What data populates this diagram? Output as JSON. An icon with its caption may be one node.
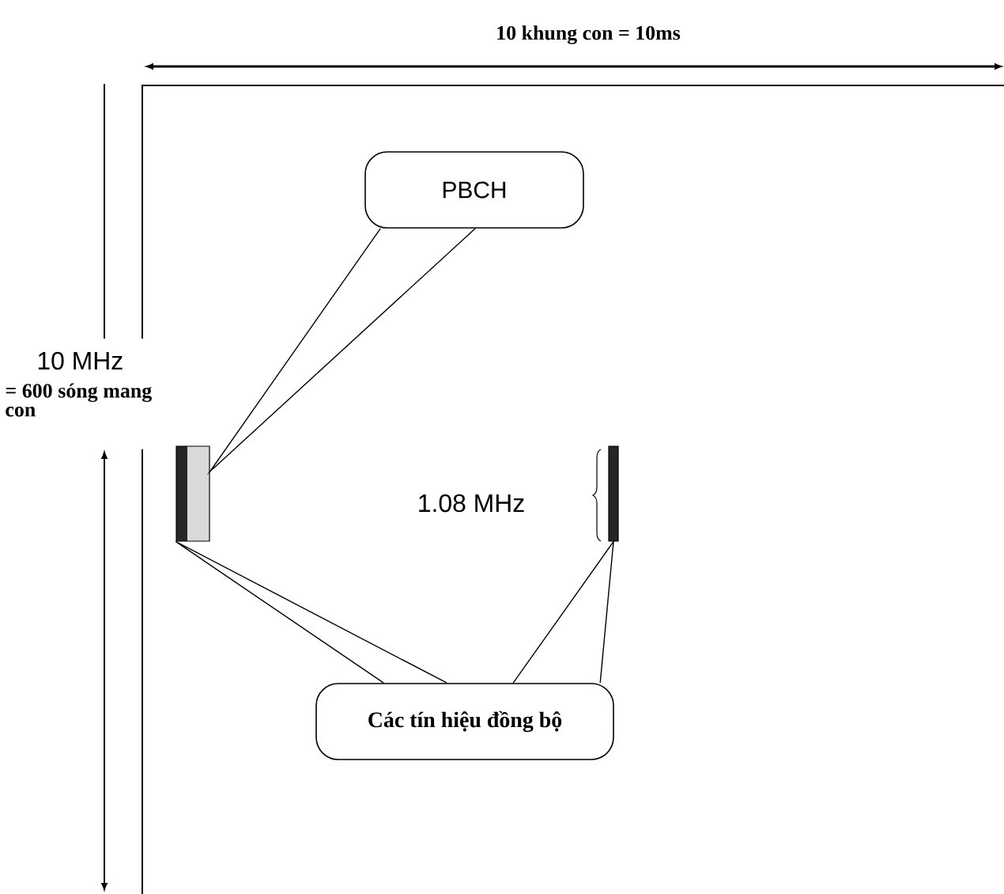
{
  "diagram": {
    "nodes": [
      {
        "text": [
          "PBCH"
        ]
      },
      {
        "text": [
          "Các tín hiệu đồng bộ"
        ]
      },
      {
        "text": [],
        "shape": "box"
      },
      {
        "text": [],
        "shape": "bar"
      }
    ],
    "edges": [
      {
        "from": 0,
        "to": 2,
        "arrow": "none"
      },
      {
        "from": 1,
        "to": 2,
        "arrow": "none"
      },
      {
        "from": 1,
        "to": 3,
        "arrow": "none"
      }
    ],
    "labels": [
      "10 khung con = 10ms",
      "10 MHz",
      "= 600 sóng mang con",
      "1.08 MHz"
    ]
  }
}
